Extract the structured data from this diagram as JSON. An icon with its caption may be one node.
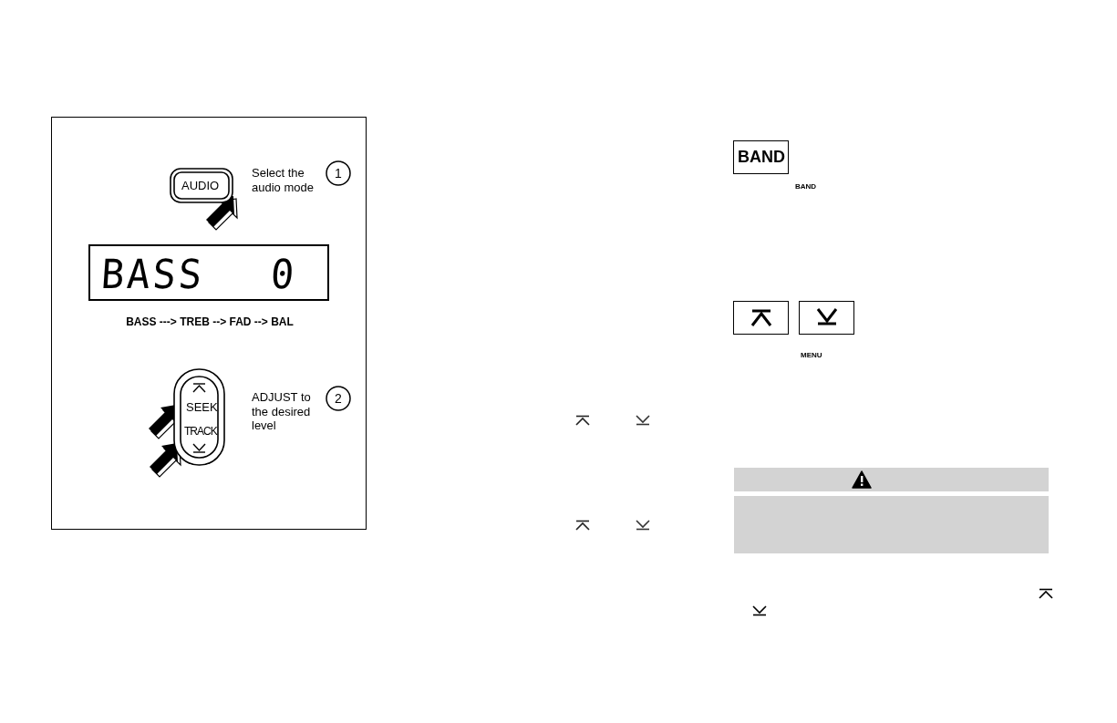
{
  "diagram": {
    "nodes": [
      {
        "text": [
          "AUDIO"
        ]
      },
      {
        "text": [
          "BASS",
          "0"
        ]
      },
      {
        "text": [
          "SEEK",
          "TRACK"
        ]
      },
      {
        "text": [
          "BAND"
        ]
      },
      {
        "text": [],
        "shape": "box"
      },
      {
        "text": [],
        "shape": "box"
      }
    ],
    "edges": [
      {
        "from": null,
        "to": 0,
        "arrow": "to"
      },
      {
        "from": null,
        "to": 2,
        "arrow": "to"
      },
      {
        "from": null,
        "to": 2,
        "arrow": "to"
      }
    ],
    "labels": [
      "Select the audio mode",
      "1",
      "BASS ---> TREB --> FAD --> BAL",
      "ADJUST to the desired level",
      "2",
      "BAND",
      "MENU"
    ]
  }
}
